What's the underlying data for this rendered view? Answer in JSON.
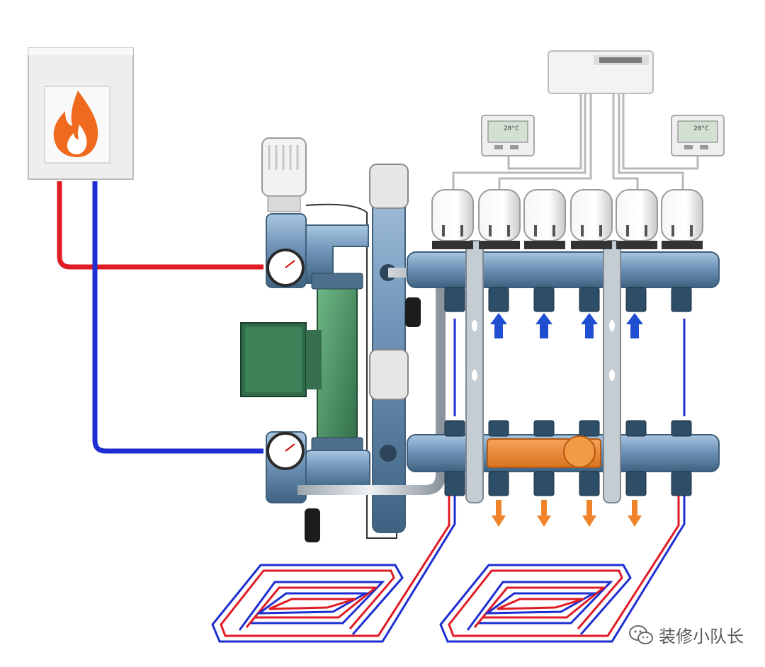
{
  "thermostats": [
    {
      "display": "20°C"
    },
    {
      "display": "20°C"
    }
  ],
  "watermark": {
    "text": "装修小队长",
    "icon": "wechat-icon"
  },
  "colors": {
    "supply": "#e01b24",
    "return": "#1d2fd0",
    "manifold": "#6a8fb0",
    "pump": "#3d8a5c",
    "mixing_valve": "#f08a2c",
    "flame": "#ef6a1f"
  }
}
